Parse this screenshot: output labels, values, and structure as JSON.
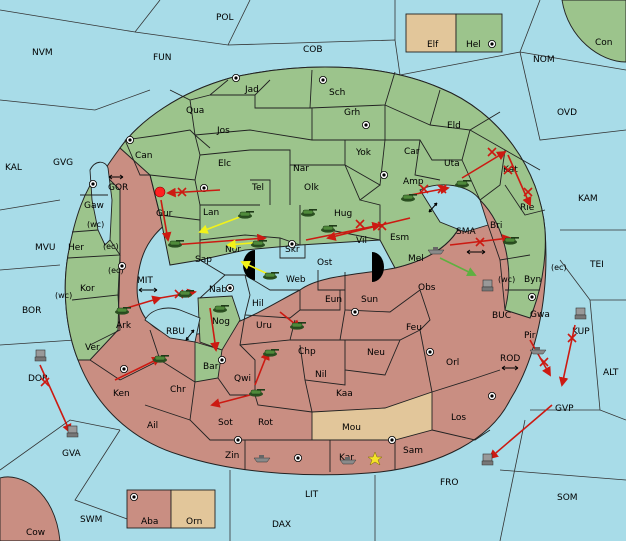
{
  "colors": {
    "sea": "#a8dce8",
    "green_power": "#9cc48c",
    "red_power": "#c98e82",
    "neutral": "#e2c69a",
    "unit_green": "#3f7a30",
    "unit_gray": "#7a7a7a",
    "order_red": "#cc1a12",
    "order_yellow": "#f2f21a",
    "order_green": "#5fb040",
    "shade": "#000000"
  },
  "icons": [
    "supply-center-icon",
    "tank-icon",
    "fleet-icon",
    "flag-icon",
    "star-icon",
    "explosion-icon",
    "double-arrow-icon"
  ],
  "legend": {
    "top": [
      {
        "label": "Elf",
        "color": "#e2c69a"
      },
      {
        "label": "Hel",
        "color": "#9cc48c"
      }
    ],
    "bottom": [
      {
        "label": "Aba",
        "color": "#c98e82"
      },
      {
        "label": "Orn",
        "color": "#e2c69a"
      }
    ]
  },
  "sea_labels": {
    "pol": "POL",
    "nvm": "NVM",
    "fun": "FUN",
    "cob": "COB",
    "nom": "NOM",
    "con": "Con",
    "kal": "KAL",
    "gvg": "GVG",
    "gor": "GOR",
    "mvu": "MVU",
    "bor": "BOR",
    "mit": "MIT",
    "rbu": "RBU",
    "dor": "DOR",
    "gva": "GVA",
    "ovd": "OVD",
    "kam": "KAM",
    "tei": "TEI",
    "sma": "SMA",
    "buc": "BUC",
    "kup": "KUP",
    "alt": "ALT",
    "rod": "ROD",
    "gvp": "GVP",
    "fro": "FRO",
    "som": "SOM",
    "lit": "LIT",
    "swm": "SWM",
    "dax": "DAX",
    "cow": "Cow"
  },
  "land_labels": {
    "jad": "Jad",
    "sch": "Sch",
    "qua": "Qua",
    "jos": "Jos",
    "grh": "Grh",
    "eld": "Eld",
    "can": "Can",
    "elc": "Elc",
    "nar": "Nar",
    "yok": "Yok",
    "car": "Car",
    "uta": "Uta",
    "kat": "Kat",
    "gur": "Gur",
    "tel": "Tel",
    "olk": "Olk",
    "amp": "Amp",
    "rie": "Rie",
    "gaw": "Gaw",
    "lan": "Lan",
    "hug": "Hug",
    "bri": "Bri",
    "her": "Her",
    "nor": "Nor",
    "skr": "Skr",
    "vil": "Vil",
    "esm": "Esm",
    "sap": "Sap",
    "ost": "Ost",
    "web": "Web",
    "mel": "Mel",
    "byn": "Byn",
    "kor": "Kor",
    "nab": "Nab",
    "eun": "Eun",
    "sun": "Sun",
    "obs": "Obs",
    "gwa": "Gwa",
    "hil": "Hil",
    "ark": "Ark",
    "nog": "Nog",
    "uru": "Uru",
    "feu": "Feu",
    "pir": "Pir",
    "ver": "Ver",
    "chp": "Chp",
    "neu": "Neu",
    "bar": "Bar",
    "qwi": "Qwi",
    "nil": "Nil",
    "orl": "Orl",
    "ken": "Ken",
    "chr": "Chr",
    "kaa": "Kaa",
    "ail": "Ail",
    "sot": "Sot",
    "rot": "Rot",
    "mou": "Mou",
    "los": "Los",
    "zin": "Zin",
    "kar": "Kar",
    "sam": "Sam"
  },
  "coast_markers": {
    "gaw_wc": "(wc)",
    "her_ec": "(ec)",
    "kor_ec": "(ec)",
    "kor_wc": "(wc)",
    "byn_wc": "(wc)",
    "byn_ec": "(ec)"
  }
}
